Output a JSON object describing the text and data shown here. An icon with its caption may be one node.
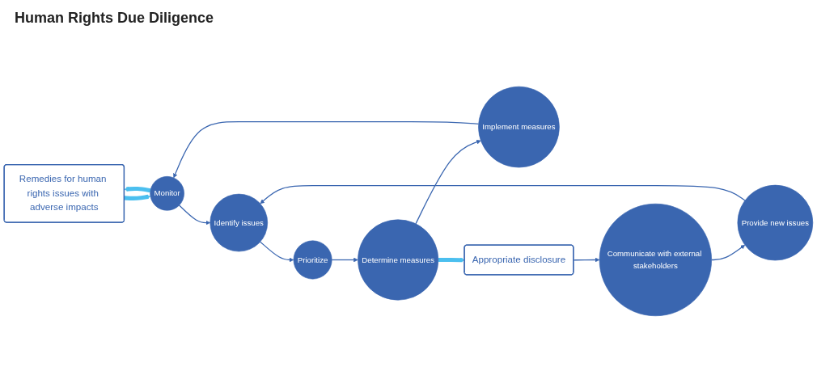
{
  "diagram": {
    "title": "Human Rights Due Diligence",
    "nodes": [
      {
        "text": [
          "Remedies for human rights issues with adverse impacts"
        ]
      },
      {
        "text": [
          "Monitor"
        ]
      },
      {
        "text": [
          "Identify issues"
        ]
      },
      {
        "text": [
          "Prioritize"
        ]
      },
      {
        "text": [
          "Determine measures"
        ]
      },
      {
        "text": [
          "Implement measures"
        ]
      },
      {
        "text": [
          "Appropriate disclosure"
        ]
      },
      {
        "text": [
          "Communicate with external stakeholders"
        ]
      },
      {
        "text": [
          "Provide new issues"
        ]
      }
    ],
    "edges": [
      {
        "from": 0,
        "to": 1,
        "arrow": "to",
        "style": "thick",
        "color": "#4bbfef"
      },
      {
        "from": 1,
        "to": 0,
        "arrow": "to",
        "style": "thick",
        "color": "#4bbfef"
      },
      {
        "from": 1,
        "to": 2,
        "arrow": "to"
      },
      {
        "from": 2,
        "to": 3,
        "arrow": "to"
      },
      {
        "from": 3,
        "to": 4,
        "arrow": "to"
      },
      {
        "from": 4,
        "to": 5,
        "arrow": "to"
      },
      {
        "from": 5,
        "to": 1,
        "arrow": "to"
      },
      {
        "from": 4,
        "to": 6,
        "arrow": "to",
        "style": "thick",
        "color": "#4bbfef"
      },
      {
        "from": 6,
        "to": 7,
        "arrow": "to"
      },
      {
        "from": 7,
        "to": 8,
        "arrow": "to"
      },
      {
        "from": 8,
        "to": 2,
        "arrow": "to"
      }
    ]
  }
}
